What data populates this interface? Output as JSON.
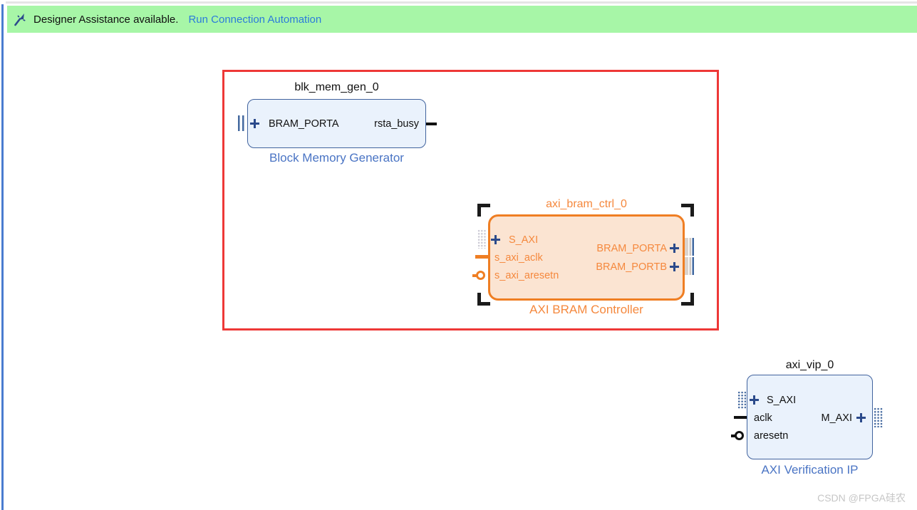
{
  "banner": {
    "icon": "designer-assistance-wand",
    "message": "Designer Assistance available.",
    "link_label": "Run Connection Automation"
  },
  "blocks": {
    "blk_mem_gen": {
      "instance": "blk_mem_gen_0",
      "kind": "Block Memory Generator",
      "ports": {
        "bram_porta": "BRAM_PORTA",
        "rsta_busy": "rsta_busy"
      }
    },
    "axi_bram_ctrl": {
      "instance": "axi_bram_ctrl_0",
      "kind": "AXI BRAM Controller",
      "selected": true,
      "ports": {
        "s_axi": "S_AXI",
        "s_axi_aclk": "s_axi_aclk",
        "s_axi_aresetn": "s_axi_aresetn",
        "bram_porta": "BRAM_PORTA",
        "bram_portb": "BRAM_PORTB"
      }
    },
    "axi_vip": {
      "instance": "axi_vip_0",
      "kind": "AXI Verification IP",
      "ports": {
        "s_axi": "S_AXI",
        "aclk": "aclk",
        "aresetn": "aresetn",
        "m_axi": "M_AXI"
      }
    }
  },
  "watermark": {
    "text": "CSDN @FPGA硅农"
  },
  "colors": {
    "banner_bg": "#a7f6a7",
    "link_blue": "#2b7bdb",
    "block_fill_blue": "#eaf2fc",
    "block_border_blue": "#41639e",
    "block_caption_blue": "#4a74c4",
    "selected_fill_orange": "#fbe4d2",
    "selected_border_orange": "#ef7e23",
    "selection_rect_red": "#ee3837",
    "pin_plus_navy": "#2b4a8b"
  }
}
